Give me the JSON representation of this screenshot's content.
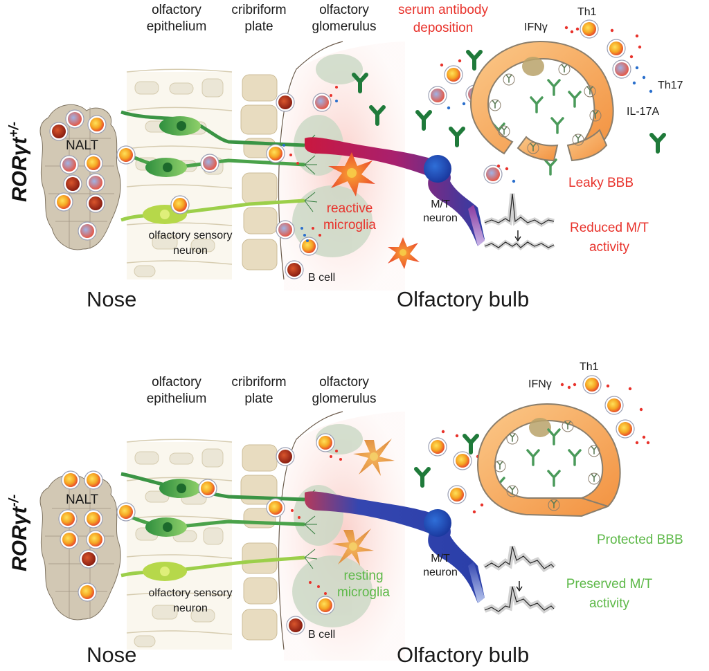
{
  "panels": [
    {
      "id": "top",
      "genotype_base": "RORγt",
      "genotype_sup": "+/-",
      "labels": {
        "olfactory_epithelium": [
          "olfactory",
          "epithelium"
        ],
        "cribriform_plate": [
          "cribriform",
          "plate"
        ],
        "olfactory_glomerulus": [
          "olfactory",
          "glomerulus"
        ],
        "nalt": "NALT",
        "osn": [
          "olfactory sensory",
          "neuron"
        ],
        "b_cell": "B cell",
        "microglia": [
          "reactive",
          "microglia"
        ],
        "mt_neuron": [
          "M/T",
          "neuron"
        ],
        "nose": "Nose",
        "olfactory_bulb": "Olfactory bulb",
        "th1": "Th1",
        "ifng": "IFNγ",
        "th17": "Th17",
        "il17a": "IL-17A",
        "antibody": [
          "serum antibody",
          "deposition"
        ],
        "bbb": "Leaky BBB",
        "activity": [
          "Reduced M/T",
          "activity"
        ]
      },
      "colors": {
        "microglia": "#e8322b",
        "bbb": "#e8322b",
        "activity": "#e8322b",
        "antibody": "#e8322b"
      }
    },
    {
      "id": "bottom",
      "genotype_base": "RORγt",
      "genotype_sup": "-/-",
      "labels": {
        "olfactory_epithelium": [
          "olfactory",
          "epithelium"
        ],
        "cribriform_plate": [
          "cribriform",
          "plate"
        ],
        "olfactory_glomerulus": [
          "olfactory",
          "glomerulus"
        ],
        "nalt": "NALT",
        "osn": [
          "olfactory sensory",
          "neuron"
        ],
        "b_cell": "B cell",
        "microglia": [
          "resting",
          "microglia"
        ],
        "mt_neuron": [
          "M/T",
          "neuron"
        ],
        "nose": "Nose",
        "olfactory_bulb": "Olfactory bulb",
        "th1": "Th1",
        "ifng": "IFNγ",
        "bbb": "Protected BBB",
        "activity": [
          "Preserved M/T",
          "activity"
        ]
      },
      "colors": {
        "microglia": "#5cb847",
        "bbb": "#5cb847",
        "activity": "#5cb847"
      }
    }
  ]
}
